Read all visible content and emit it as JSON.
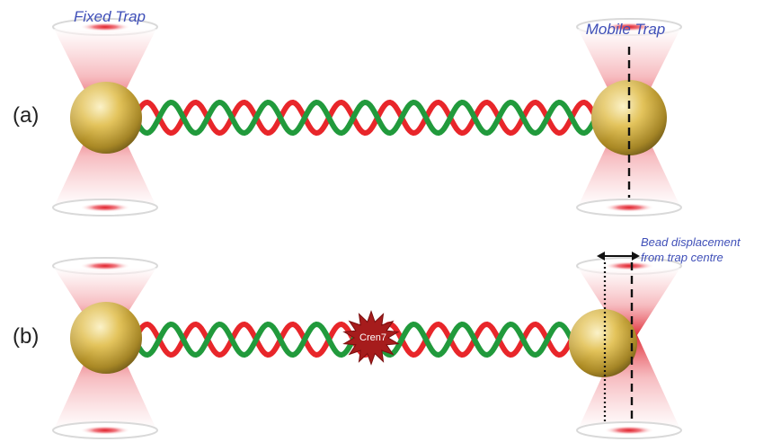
{
  "labels": {
    "fixed_trap": "Fixed Trap",
    "mobile_trap": "Mobile Trap",
    "panel_a": "(a)",
    "panel_b": "(b)",
    "displacement_line1": "Bead displacement",
    "displacement_line2": "from trap centre",
    "protein": "Cren7"
  },
  "colors": {
    "strand_a": "#e8262a",
    "strand_b": "#219a3c",
    "laser": "#e0303a",
    "bead_light": "#f6e7a8",
    "bead_dark": "#6b5410",
    "protein": "#a61c1c",
    "annotation_text": "#3f4fb8"
  }
}
